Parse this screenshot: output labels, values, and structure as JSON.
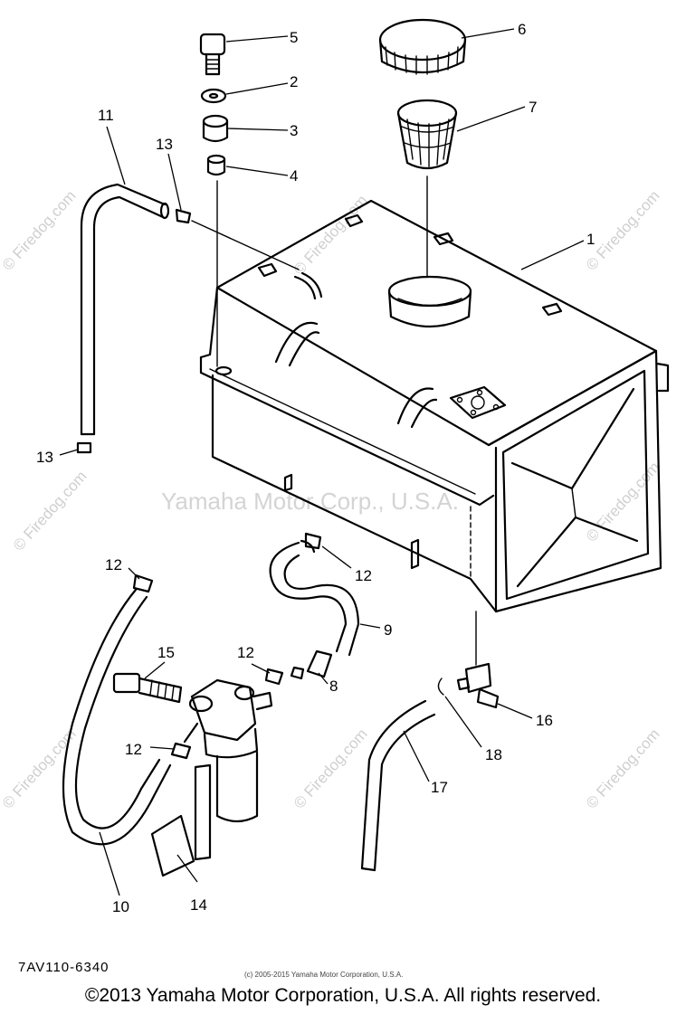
{
  "diagram": {
    "labels": {
      "p1": "1",
      "p2": "2",
      "p3": "3",
      "p4": "4",
      "p5": "5",
      "p6": "6",
      "p7": "7",
      "p8": "8",
      "p9": "9",
      "p10": "10",
      "p11": "11",
      "p12a": "12",
      "p12b": "12",
      "p12c": "12",
      "p12d": "12",
      "p13a": "13",
      "p13b": "13",
      "p14": "14",
      "p15": "15",
      "p16": "16",
      "p17": "17",
      "p18": "18"
    },
    "code": "7AV110-6340",
    "small_notice": "(c) 2005-2015 Yamaha Motor Corporation, U.S.A.",
    "watermarks": {
      "center": "Yamaha Motor Corp., U.S.A.",
      "site": "© Firedog.com"
    }
  },
  "footer": {
    "copyright": "©2013 Yamaha Motor Corporation, U.S.A. All rights reserved."
  }
}
